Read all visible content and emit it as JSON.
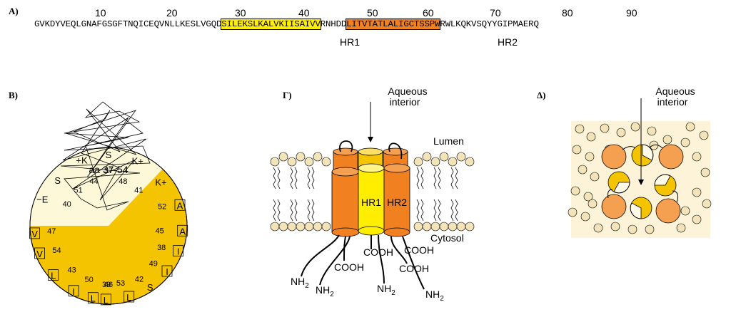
{
  "panelA": {
    "label": "A)",
    "ticks": [
      "10",
      "20",
      "30",
      "40",
      "50",
      "60",
      "70",
      "80",
      "90"
    ],
    "seq_pre": "GVKDYVEQLGNAFGSGFTNQICEQVNLLKESLVGQD",
    "seq_hr1": "SILEKSLKALVKIISAIVV",
    "seq_mid": "RNHDD",
    "seq_hr2": "LITVTATLALIGCTSSPW",
    "seq_post": "RWLKQKVSQYYGIPMAERQ",
    "hr1_label": "HR1",
    "hr2_label": "HR2",
    "colors": {
      "hr1": "#ffee00",
      "hr2": "#f08020"
    }
  },
  "panelB": {
    "label": "B)",
    "center_label": "aa 37-54",
    "residues": [
      {
        "pos": "37",
        "aa": "S"
      },
      {
        "pos": "44",
        "aa": "+K"
      },
      {
        "pos": "48",
        "aa": "K+"
      },
      {
        "pos": "51",
        "aa": "S"
      },
      {
        "pos": "41",
        "aa": "K+"
      },
      {
        "pos": "40",
        "aa": "−E"
      },
      {
        "pos": "52",
        "aa": "A"
      },
      {
        "pos": "45",
        "aa": "A"
      },
      {
        "pos": "47",
        "aa": "V"
      },
      {
        "pos": "38",
        "aa": "I"
      },
      {
        "pos": "54",
        "aa": "V"
      },
      {
        "pos": "49",
        "aa": "I"
      },
      {
        "pos": "43",
        "aa": "L"
      },
      {
        "pos": "42",
        "aa": "S"
      },
      {
        "pos": "50",
        "aa": "I"
      },
      {
        "pos": "53",
        "aa": "L"
      },
      {
        "pos": "39",
        "aa": "L"
      },
      {
        "pos": "46",
        "aa": "L"
      }
    ],
    "colors": {
      "hydrophobic": "#f5c400",
      "polar": "#fdf8d8"
    }
  },
  "panelC": {
    "label": "Γ)",
    "aqueous": "Aqueous interior",
    "lumen": "Lumen",
    "cytosol": "Cytosol",
    "hr1": "HR1",
    "hr2": "HR2",
    "cooh": "COOH",
    "nh2": "NH",
    "sub2": "2"
  },
  "panelD": {
    "label": "Δ)",
    "aqueous": "Aqueous interior"
  }
}
